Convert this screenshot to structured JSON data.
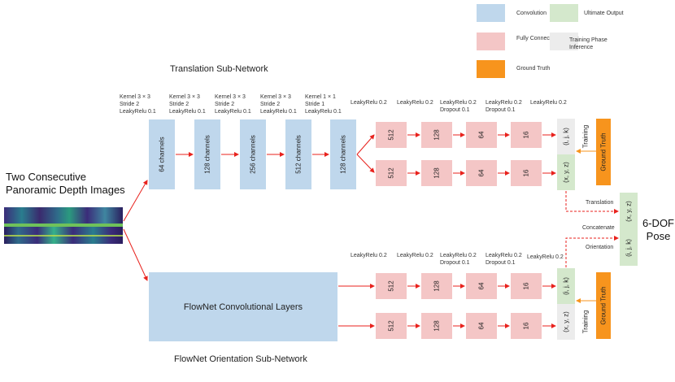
{
  "legend": {
    "convolution": "Convolution",
    "fully_connected": "Fully Connected",
    "ground_truth": "Ground Truth",
    "ultimate_output": "Ultimate Output",
    "training_phase_inference": "Training Phase\nInference"
  },
  "titles": {
    "translation": "Translation Sub-Network",
    "orientation": "FlowNet Orientation Sub-Network",
    "input": "Two Consecutive\nPanoramic Depth Images",
    "pose": "6-DOF\nPose"
  },
  "conv_params": [
    "Kernel 3 × 3\nStride 2\nLeakyRelu 0.1",
    "Kernel 3 × 3\nStride 2\nLeakyRelu 0.1",
    "Kernel 3 × 3\nStride 2\nLeakyRelu 0.1",
    "Kernel 3 × 3\nStride 2\nLeakyRelu 0.1",
    "Kernel 1 × 1\nStride 1\nLeakyRelu 0.1"
  ],
  "conv_layers": [
    "64 channels",
    "128 channels",
    "256 channels",
    "512 channels",
    "128 channels"
  ],
  "fc_params": [
    "LeakyRelu 0.2",
    "LeakyRelu 0.2",
    "LeakyRelu 0.2\nDropout 0.1",
    "LeakyRelu 0.2\nDropout 0.1",
    "LeakyRelu 0.2"
  ],
  "fc_params_bottom": [
    "LeakyRelu 0.2",
    "LeakyRelu 0.2",
    "LeakyRelu 0.2\nDropout 0.1",
    "LeakyRelu 0.2\nDropout 0.1",
    "LeakyRelu 0.2"
  ],
  "fc_units": [
    "512",
    "128",
    "64",
    "16"
  ],
  "flownet": "FlowNet Convolutional Layers",
  "outputs": {
    "ijk": "(i, j, k)",
    "xyz": "(x, y, z)",
    "training": "Training",
    "ground_truth": "Ground Truth"
  },
  "concat": {
    "translation": "Translation",
    "concatenate": "Concatenate",
    "orientation": "Orientation",
    "pose_xyz": "(x, y, z)",
    "pose_ijk": "(i, j, k)"
  },
  "colors": {
    "convolution": "#bfd7ec",
    "fully_connected": "#f4c6c6",
    "ground_truth": "#f7941d",
    "ultimate_output": "#d4e8cc",
    "training_phase": "#ececec",
    "arrow": "#e8221d"
  }
}
